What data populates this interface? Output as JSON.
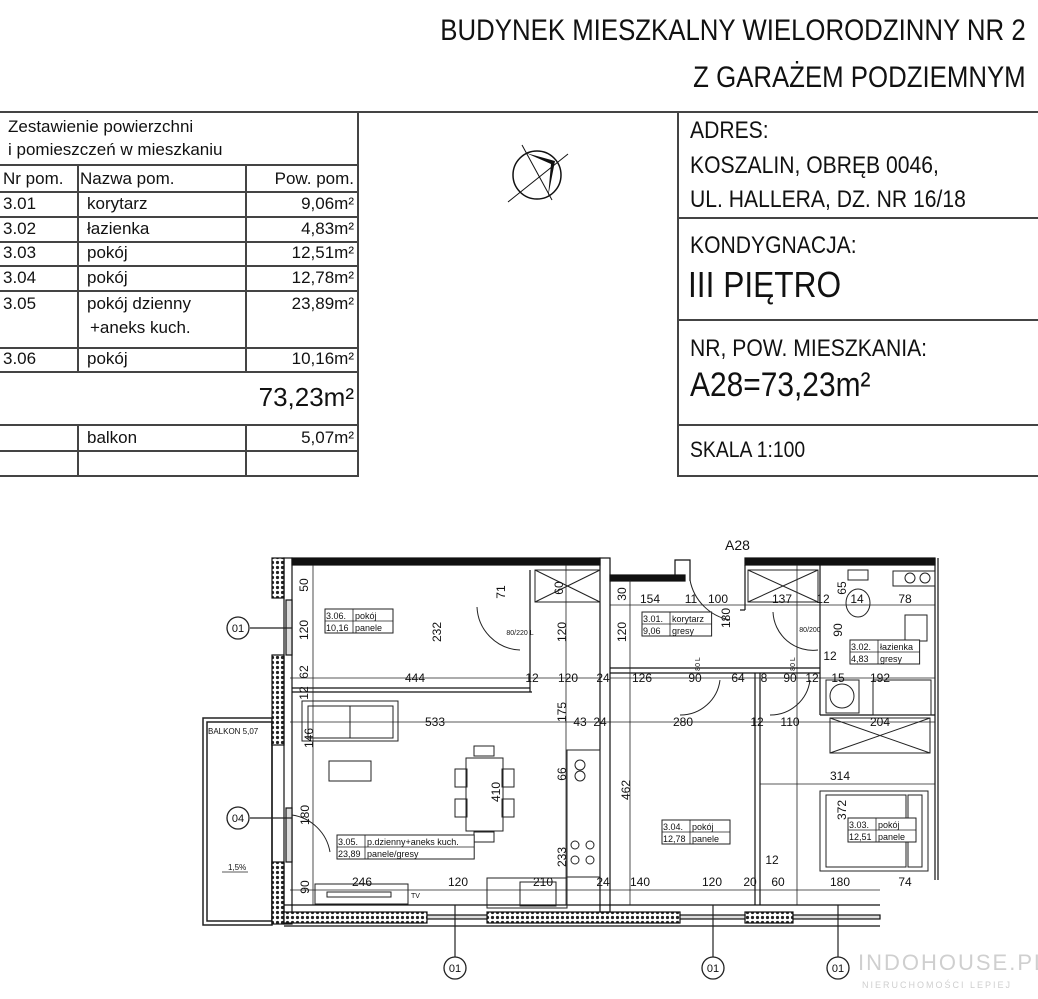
{
  "header": {
    "title_line1": "BUDYNEK MIESZKALNY WIELORODZINNY  NR 2",
    "title_line2": "Z  GARAŻEM PODZIEMNYM"
  },
  "room_table": {
    "title_line1": "Zestawienie powierzchni",
    "title_line2": "i pomieszczeń w mieszkaniu",
    "columns": [
      "Nr pom.",
      "Nazwa pom.",
      "Pow. pom."
    ],
    "rows": [
      {
        "nr": "3.01",
        "name": "korytarz",
        "area": "9,06m²"
      },
      {
        "nr": "3.02",
        "name": "łazienka",
        "area": "4,83m²"
      },
      {
        "nr": "3.03",
        "name": "pokój",
        "area": "12,51m²"
      },
      {
        "nr": "3.04",
        "name": "pokój",
        "area": "12,78m²"
      },
      {
        "nr": "3.05",
        "name": "pokój dzienny",
        "name2": "+aneks kuch.",
        "area": "23,89m²"
      },
      {
        "nr": "3.06",
        "name": "pokój",
        "area": "10,16m²"
      }
    ],
    "total": "73,23m²",
    "balcony": {
      "name": "balkon",
      "area": "5,07m²"
    }
  },
  "info_box": {
    "address_label": "ADRES:",
    "address_line1": "KOSZALIN,  OBRĘB 0046,",
    "address_line2": "UL. HALLERA, DZ. NR 16/18",
    "floor_label": "KONDYGNACJA:",
    "floor_value": "III PIĘTRO",
    "apartment_label": "NR, POW. MIESZKANIA:",
    "apartment_value": "A28=73,23m²",
    "scale": "SKALA  1:100"
  },
  "plan": {
    "apartment_id": "A28",
    "balcony_label": "BALKON 5,07",
    "slope": "1,5%",
    "tv_label": "TV",
    "axis_markers": [
      "01",
      "04",
      "01",
      "01",
      "01"
    ],
    "rooms": [
      {
        "nr": "3.06.",
        "name": "pokój",
        "area": "10,16",
        "floor": "panele"
      },
      {
        "nr": "3.01.",
        "name": "korytarz",
        "area": "9,06",
        "floor": "gresy"
      },
      {
        "nr": "3.02.",
        "name": "łazienka",
        "area": "4,83",
        "floor": "gresy"
      },
      {
        "nr": "3.05.",
        "name": "p.dzienny+aneks kuch.",
        "area": "23,89",
        "floor": "panele/gresy"
      },
      {
        "nr": "3.04.",
        "name": "pokój",
        "area": "12,78",
        "floor": "panele"
      },
      {
        "nr": "3.03.",
        "name": "pokój",
        "area": "12,51",
        "floor": "panele"
      }
    ],
    "dims": [
      "50",
      "120",
      "62",
      "12",
      "444",
      "232",
      "71",
      "60",
      "80/220 L",
      "120",
      "12",
      "120",
      "24",
      "126",
      "30",
      "154",
      "11",
      "100",
      "137",
      "12",
      "65",
      "14",
      "78",
      "120",
      "180",
      "80/200",
      "90",
      "90",
      "64",
      "8",
      "90",
      "12",
      "15",
      "192",
      "12",
      "533",
      "146",
      "175",
      "43",
      "24",
      "280",
      "12",
      "110",
      "204",
      "66",
      "410",
      "462",
      "180",
      "233",
      "314",
      "372",
      "12",
      "90",
      "246",
      "120",
      "210",
      "24",
      "140",
      "120",
      "20",
      "60",
      "180",
      "74",
      "80 L",
      "80 L"
    ]
  },
  "watermark": {
    "brand": "INDOHOUSE.PL",
    "tagline": "NIERUCHOMOŚCI LEPIEJ"
  }
}
